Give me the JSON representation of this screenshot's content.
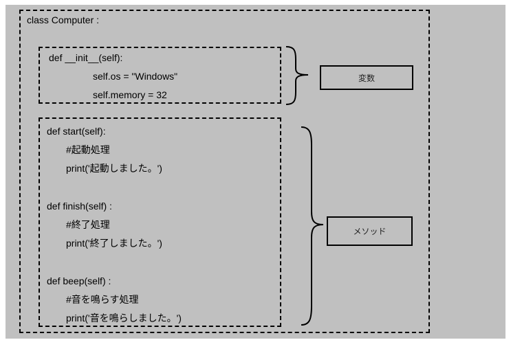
{
  "diagram": {
    "class_header": "class Computer :",
    "init_block": {
      "lines": [
        "def __init__(self):",
        "self.os = \"Windows\"",
        "self.memory = 32"
      ]
    },
    "methods_block": {
      "start": {
        "def": "def start(self):",
        "comment": "#起動処理",
        "print": "print('起動しました。')"
      },
      "finish": {
        "def": "def finish(self) :",
        "comment": "#終了処理",
        "print": "print('終了しました。')"
      },
      "beep": {
        "def": "def beep(self) :",
        "comment": "#音を鳴らす処理",
        "print": "print('音を鳴らしました。')"
      }
    },
    "labels": {
      "variables": "変数",
      "methods": "メソッド"
    }
  }
}
